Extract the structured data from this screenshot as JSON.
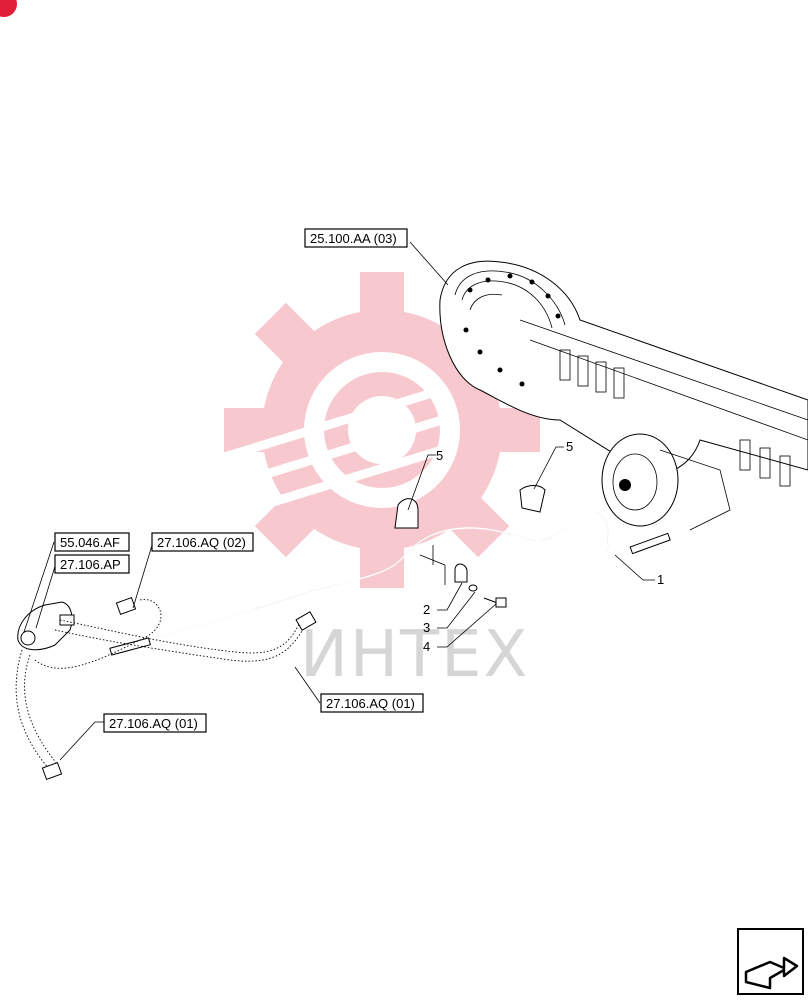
{
  "reference_labels": [
    {
      "id": "ref-25-100-aa-03",
      "text": "25.100.AA (03)"
    },
    {
      "id": "ref-55-046-af",
      "text": "55.046.AF"
    },
    {
      "id": "ref-27-106-ap",
      "text": "27.106.AP"
    },
    {
      "id": "ref-27-106-aq-02",
      "text": "27.106.AQ (02)"
    },
    {
      "id": "ref-27-106-aq-01-right",
      "text": "27.106.AQ (01)"
    },
    {
      "id": "ref-27-106-aq-01-left",
      "text": "27.106.AQ (01)"
    }
  ],
  "callouts": [
    {
      "id": "callout-1",
      "text": "1"
    },
    {
      "id": "callout-2",
      "text": "2"
    },
    {
      "id": "callout-3",
      "text": "3"
    },
    {
      "id": "callout-4",
      "text": "4"
    },
    {
      "id": "callout-5-left",
      "text": "5"
    },
    {
      "id": "callout-5-right",
      "text": "5"
    }
  ],
  "watermark": {
    "text": "ИНТЕХ",
    "color": "#f2a0a8"
  },
  "colors": {
    "line": "#000000",
    "watermark_gear": "#f6c0c6",
    "corner_badge": "#e0203a"
  },
  "icons": {
    "corner_badge": "corner-badge-icon",
    "navigation": "next-page-arrow-icon"
  }
}
